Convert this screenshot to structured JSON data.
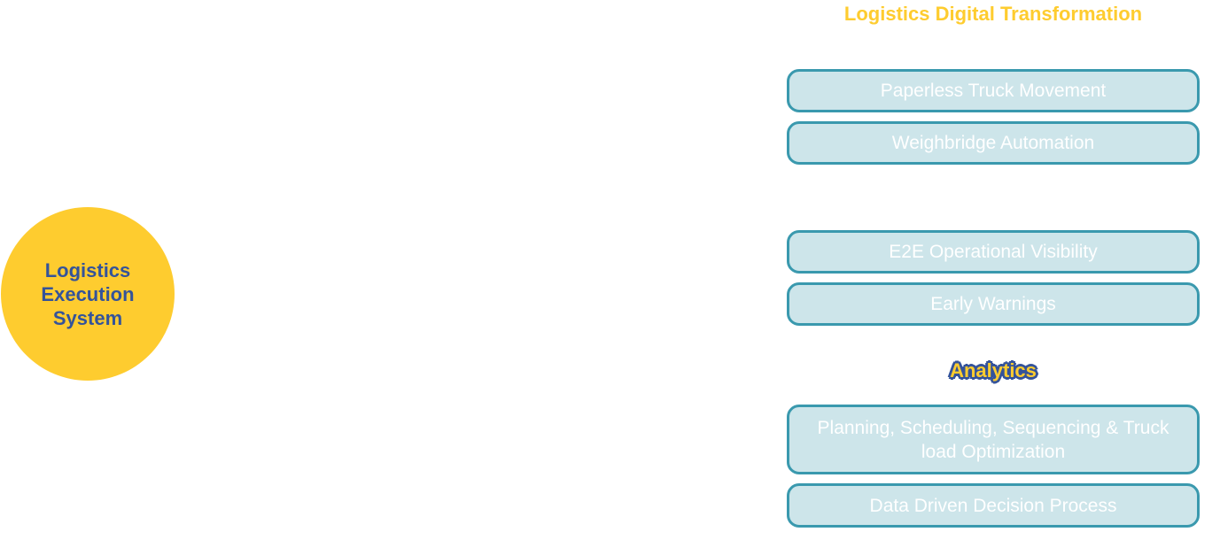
{
  "colors": {
    "accent_yellow": "#FECC2F",
    "text_navy": "#34539A",
    "box_fill": "#CDE5EA",
    "box_border": "#3A99AE",
    "box_text": "#FFFFFF"
  },
  "hub": {
    "label": "Logistics Execution System"
  },
  "sections": {
    "main_title": "Logistics Digital Transformation",
    "analytics_title": "Analytics"
  },
  "boxes": [
    {
      "label": "Paperless Truck Movement"
    },
    {
      "label": "Weighbridge Automation"
    },
    {
      "label": "E2E Operational Visibility"
    },
    {
      "label": "Early Warnings"
    },
    {
      "label": "Planning, Scheduling, Sequencing & Truck load Optimization"
    },
    {
      "label": "Data Driven Decision Process"
    }
  ]
}
